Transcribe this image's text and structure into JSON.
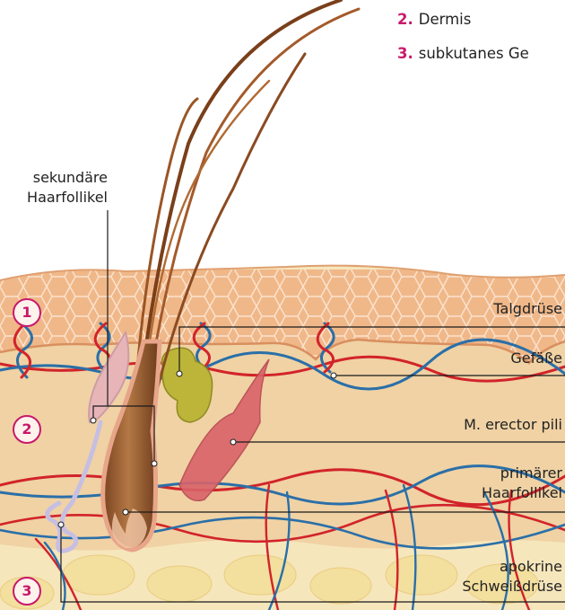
{
  "legend": [
    {
      "num": "2.",
      "text": "Dermis"
    },
    {
      "num": "3.",
      "text": "subkutanes Ge"
    }
  ],
  "badges": [
    "1",
    "2",
    "3"
  ],
  "labels": {
    "sekundaer": [
      "sekundäre",
      "Haarfollikel"
    ],
    "talgdruese": "Talgdrüse",
    "gefaesse": "Gefäße",
    "erector": "M. erector pili",
    "primaer": [
      "primärer",
      "Haarfollikel"
    ],
    "apokrine": [
      "apokrine",
      "Schweißdrüse"
    ]
  },
  "colors": {
    "accent": "#c8186b",
    "epidermis": "#f0b889",
    "dermis": "#f1d3a6",
    "subcutis": "#f5e4b8",
    "hair": "#8a4a22",
    "artery": "#d2232a",
    "vein": "#2a6fa8",
    "gland": "#b9b33a",
    "muscle": "#d9636a"
  }
}
